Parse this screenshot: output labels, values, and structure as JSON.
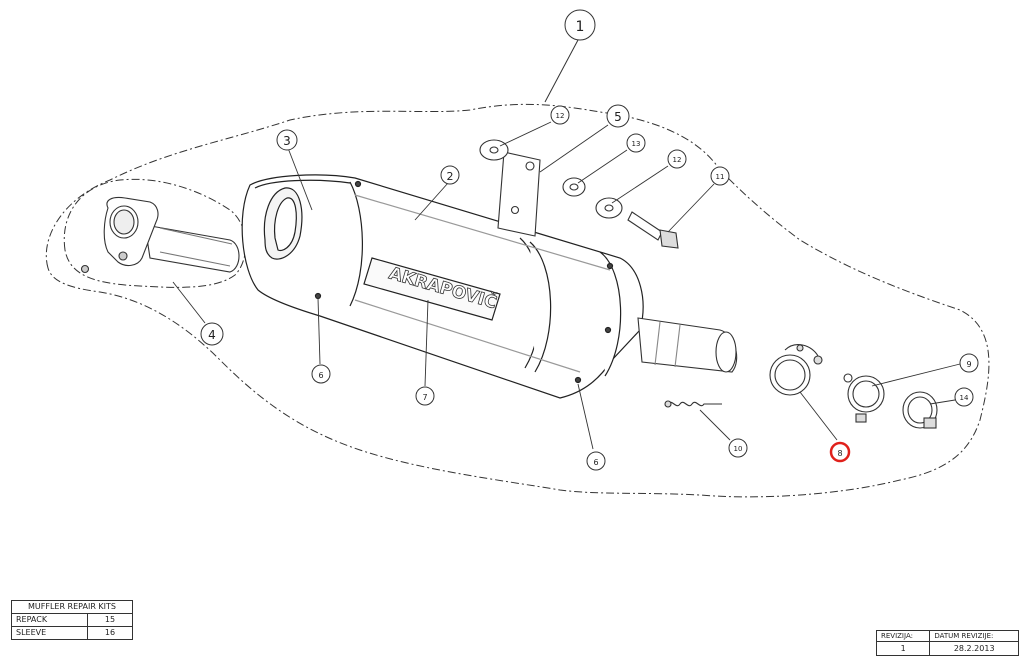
{
  "diagram": {
    "brand_text": "AKRAPOVIČ",
    "callouts": [
      {
        "id": "c1",
        "label": "1"
      },
      {
        "id": "c2",
        "label": "2"
      },
      {
        "id": "c3",
        "label": "3"
      },
      {
        "id": "c4",
        "label": "4"
      },
      {
        "id": "c5",
        "label": "5"
      },
      {
        "id": "c6a",
        "label": "6"
      },
      {
        "id": "c6b",
        "label": "6"
      },
      {
        "id": "c7",
        "label": "7"
      },
      {
        "id": "c8",
        "label": "8",
        "highlighted": true
      },
      {
        "id": "c9",
        "label": "9"
      },
      {
        "id": "c10",
        "label": "10"
      },
      {
        "id": "c11",
        "label": "11"
      },
      {
        "id": "c12a",
        "label": "12"
      },
      {
        "id": "c12b",
        "label": "12"
      },
      {
        "id": "c13",
        "label": "13"
      },
      {
        "id": "c14",
        "label": "14"
      }
    ],
    "highlight_color": "#e0201b"
  },
  "repair_kits": {
    "title": "MUFFLER REPAIR KITS",
    "rows": [
      {
        "name": "REPACK",
        "value": "15"
      },
      {
        "name": "SLEEVE",
        "value": "16"
      }
    ]
  },
  "revision": {
    "revizija_label": "REVIZIJA:",
    "datum_label": "DATUM REVIZIJE:",
    "revizija_value": "1",
    "datum_value": "28.2.2013"
  }
}
